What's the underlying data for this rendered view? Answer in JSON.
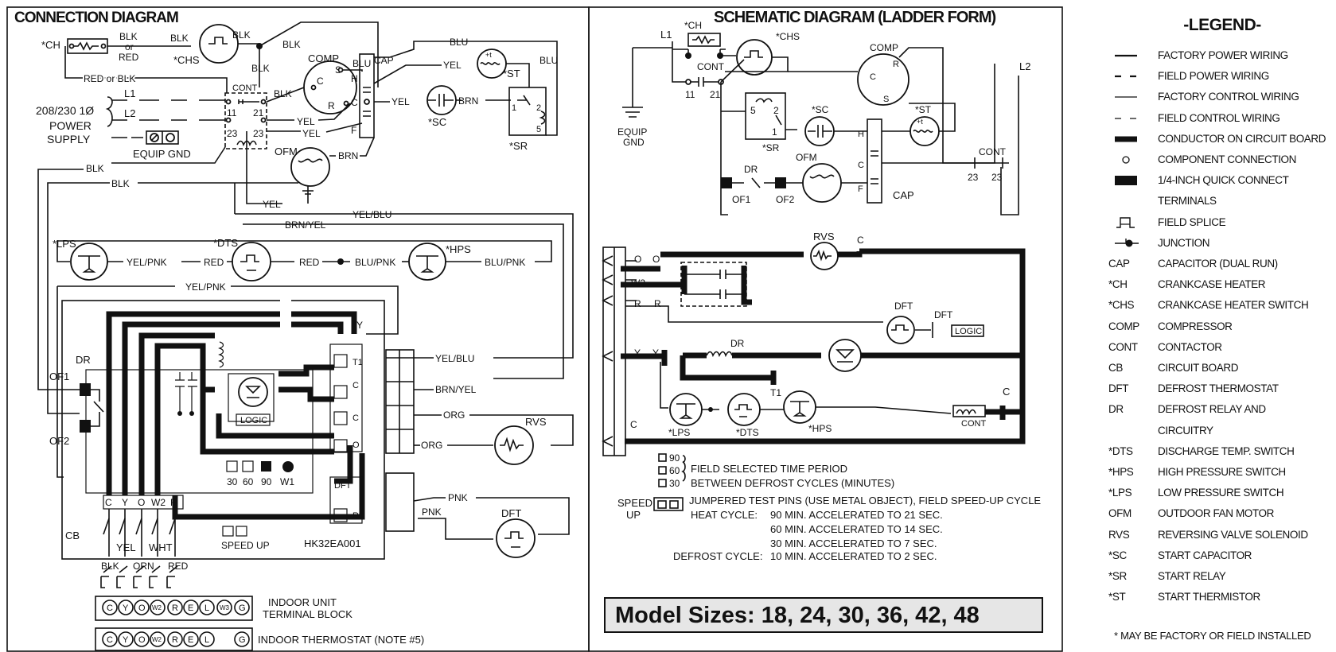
{
  "connection": {
    "title": "CONNECTION DIAGRAM",
    "labels": {
      "ch": "*CH",
      "chs": "*CHS",
      "comp": "COMP",
      "cap": "CAP",
      "st": "*ST",
      "sc": "*SC",
      "sr": "*SR",
      "ofm": "OFM",
      "cont": "CONT",
      "power_supply_1": "208/230 1Ø",
      "power_supply_2": "POWER",
      "power_supply_3": "SUPPLY",
      "equip_gnd": "EQUIP GND",
      "l1": "L1",
      "l2": "L2",
      "lps": "*LPS",
      "dts": "*DTS",
      "hps": "*HPS",
      "dr": "DR",
      "of1": "OF1",
      "of2": "OF2",
      "cb": "CB",
      "logic": "LOGIC",
      "rvs": "RVS",
      "dft": "DFT",
      "speed_up": "SPEED UP",
      "board_id": "HK32EA001",
      "pins": [
        "30",
        "60",
        "90",
        "W1"
      ],
      "terminals": [
        "C",
        "Y",
        "O",
        "W2",
        "R"
      ],
      "board_terms": [
        "T1",
        "C",
        "C",
        "O",
        "R"
      ],
      "indoor_unit_1": "INDOOR UNIT",
      "indoor_unit_2": "TERMINAL BLOCK",
      "indoor_thermostat": "INDOOR THERMOSTAT (NOTE #5)",
      "tb_unit": [
        "C",
        "Y",
        "O",
        "W2",
        "R",
        "E",
        "L",
        "W3",
        "G"
      ],
      "tb_thermostat": [
        "C",
        "Y",
        "O",
        "W2",
        "R",
        "E",
        "L",
        "G"
      ],
      "num_11": "11",
      "num_21": "21",
      "num_23": "23",
      "num_23b": "23",
      "sr_1": "1",
      "sr_2": "2",
      "sr_5": "5",
      "cap_h": "H",
      "cap_c": "C",
      "cap_f": "F",
      "comp_c": "C",
      "comp_s": "S",
      "comp_r": "R",
      "st_mark": "+t",
      "term_y": "Y"
    },
    "wires": {
      "blk": "BLK",
      "or": "or",
      "red": "RED",
      "red_or_blk": "RED or BLK",
      "blu": "BLU",
      "yel": "YEL",
      "brn": "BRN",
      "yel_blu": "YEL/BLU",
      "brn_yel": "BRN/YEL",
      "yel_pnk": "YEL/PNK",
      "blu_pnk": "BLU/PNK",
      "org": "ORG",
      "pnk": "PNK",
      "wht": "WHT",
      "orn": "ORN"
    }
  },
  "schematic": {
    "title": "SCHEMATIC DIAGRAM (LADDER FORM)",
    "labels": {
      "ch": "*CH",
      "chs": "*CHS",
      "l1": "L1",
      "l2": "L2",
      "comp": "COMP",
      "cont": "CONT",
      "equip_gnd_1": "EQUIP",
      "equip_gnd_2": "GND",
      "sc": "*SC",
      "st": "*ST",
      "sr": "*SR",
      "dr": "DR",
      "ofm": "OFM",
      "of1": "OF1",
      "of2": "OF2",
      "cap": "CAP",
      "rvs": "RVS",
      "dft": "DFT",
      "logic": "LOGIC",
      "lps": "*LPS",
      "dts": "*DTS",
      "hps": "*HPS",
      "t1": "T1",
      "n11": "11",
      "n21": "21",
      "n23a": "23",
      "n23b": "23",
      "n5": "5",
      "n2": "2",
      "n1": "1",
      "cap_h": "H",
      "cap_c": "C",
      "cap_f": "F",
      "comp_c": "C",
      "comp_r": "R",
      "comp_s": "S",
      "rvs_c": "C",
      "cont_c": "C",
      "st_mark": "+t",
      "ladder": [
        "O",
        "W2",
        "R",
        "Y",
        "C"
      ],
      "ladder_b": [
        "O",
        "R",
        "Y"
      ]
    },
    "time_period": {
      "boxes": [
        "90",
        "60",
        "30"
      ],
      "line1": "FIELD SELECTED TIME PERIOD",
      "line2": "BETWEEN DEFROST CYCLES (MINUTES)"
    },
    "speed_up": {
      "label_1": "SPEED",
      "label_2": "UP",
      "line1": "JUMPERED TEST PINS (USE METAL OBJECT), FIELD SPEED-UP CYCLE",
      "heat_label": "HEAT CYCLE:",
      "heat": [
        "90 MIN. ACCELERATED TO 21 SEC.",
        "60 MIN. ACCELERATED TO 14 SEC.",
        "30 MIN. ACCELERATED TO 7 SEC."
      ],
      "defrost_label": "DEFROST CYCLE:",
      "defrost": "10 MIN. ACCELERATED TO 2 SEC."
    },
    "model_sizes": "Model Sizes: 18, 24, 30, 36, 42, 48"
  },
  "legend": {
    "title": "-LEGEND-",
    "rows": [
      {
        "sym": "line-solid",
        "text": "FACTORY POWER WIRING"
      },
      {
        "sym": "line-dash",
        "text": "FIELD POWER WIRING"
      },
      {
        "sym": "line-thin",
        "text": "FACTORY CONTROL WIRING"
      },
      {
        "sym": "line-thin-dash",
        "text": "FIELD CONTROL WIRING"
      },
      {
        "sym": "line-thick",
        "text": "CONDUCTOR ON CIRCUIT BOARD"
      },
      {
        "sym": "circle",
        "text": "COMPONENT CONNECTION"
      },
      {
        "sym": "block",
        "text": "1/4-INCH QUICK CONNECT"
      },
      {
        "sym": "none",
        "text": "TERMINALS"
      },
      {
        "sym": "splice",
        "text": "FIELD SPLICE"
      },
      {
        "sym": "junction",
        "text": "JUNCTION"
      },
      {
        "sym": "CAP",
        "text": "CAPACITOR (DUAL RUN)"
      },
      {
        "sym": "*CH",
        "text": "CRANKCASE HEATER"
      },
      {
        "sym": "*CHS",
        "text": "CRANKCASE HEATER SWITCH"
      },
      {
        "sym": "COMP",
        "text": "COMPRESSOR"
      },
      {
        "sym": "CONT",
        "text": "CONTACTOR"
      },
      {
        "sym": "CB",
        "text": "CIRCUIT BOARD"
      },
      {
        "sym": "DFT",
        "text": "DEFROST THERMOSTAT"
      },
      {
        "sym": "DR",
        "text": "DEFROST RELAY AND"
      },
      {
        "sym": "",
        "text": "CIRCUITRY"
      },
      {
        "sym": "*DTS",
        "text": "DISCHARGE TEMP. SWITCH"
      },
      {
        "sym": "*HPS",
        "text": "HIGH PRESSURE SWITCH"
      },
      {
        "sym": "*LPS",
        "text": "LOW PRESSURE SWITCH"
      },
      {
        "sym": "OFM",
        "text": "OUTDOOR FAN MOTOR"
      },
      {
        "sym": "RVS",
        "text": "REVERSING VALVE SOLENOID"
      },
      {
        "sym": "*SC",
        "text": "START CAPACITOR"
      },
      {
        "sym": "*SR",
        "text": "START RELAY"
      },
      {
        "sym": "*ST",
        "text": "START THERMISTOR"
      }
    ],
    "note": "* MAY BE FACTORY OR FIELD INSTALLED"
  }
}
